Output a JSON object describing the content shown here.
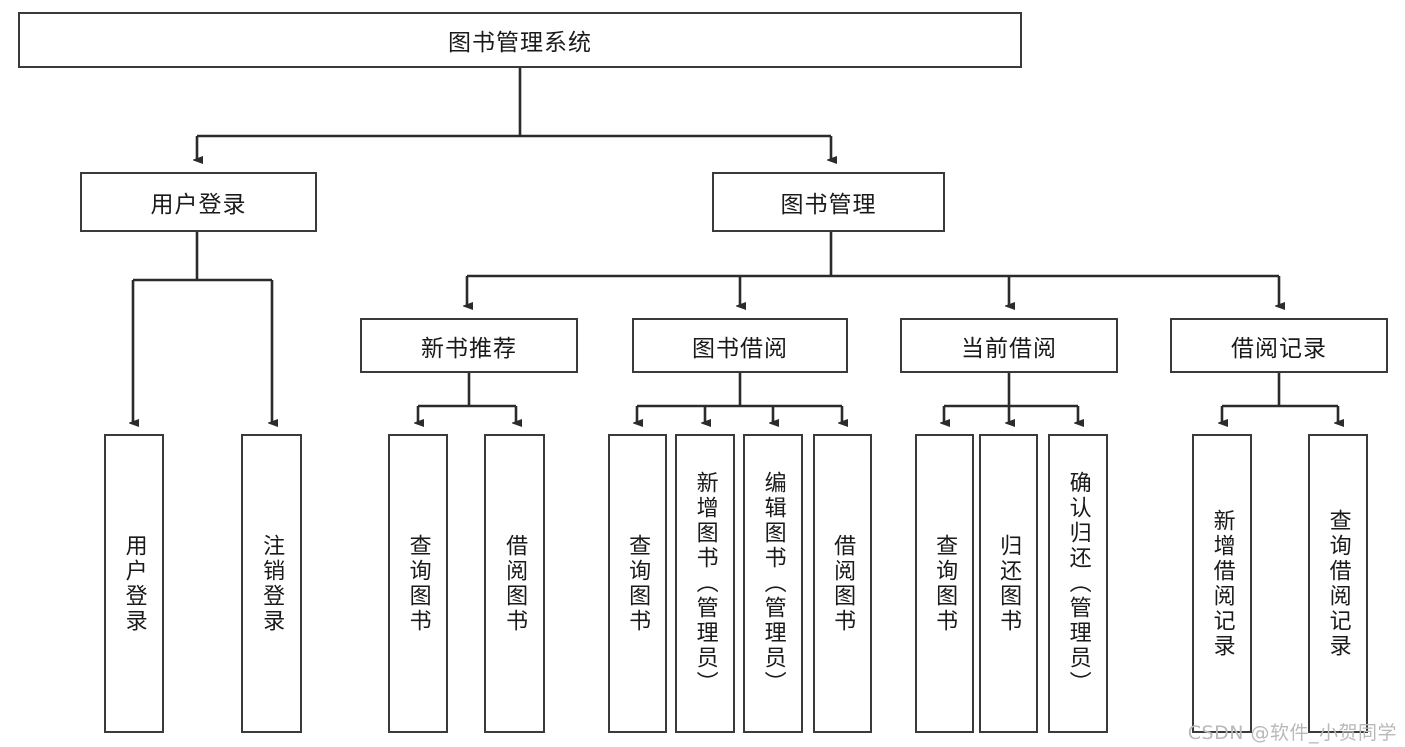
{
  "diagram": {
    "title": "图书管理系统",
    "watermark": "CSDN @软件_小贺同学",
    "colors": {
      "box_border": "#3a3a3a",
      "box_fill": "#ffffff",
      "edge": "#2b2b2b",
      "text": "#1a1a1a",
      "watermark": "#b9b9b9",
      "background": "#ffffff"
    },
    "root": {
      "label": "图书管理系统"
    },
    "level1": [
      {
        "label": "用户登录"
      },
      {
        "label": "图书管理"
      }
    ],
    "level2": [
      {
        "label": "新书推荐"
      },
      {
        "label": "图书借阅"
      },
      {
        "label": "当前借阅"
      },
      {
        "label": "借阅记录"
      }
    ],
    "leaves": {
      "user_login": [
        {
          "label": "用户登录"
        },
        {
          "label": "注销登录"
        }
      ],
      "new_book_recommend": [
        {
          "label": "查询图书"
        },
        {
          "label": "借阅图书"
        }
      ],
      "book_borrow": [
        {
          "label": "查询图书"
        },
        {
          "label": "新增图书（管理员）"
        },
        {
          "label": "编辑图书（管理员）"
        },
        {
          "label": "借阅图书"
        }
      ],
      "current_borrow": [
        {
          "label": "查询图书"
        },
        {
          "label": "归还图书"
        },
        {
          "label": "确认归还（管理员）"
        }
      ],
      "borrow_record": [
        {
          "label": "新增借阅记录"
        },
        {
          "label": "查询借阅记录"
        }
      ]
    }
  }
}
